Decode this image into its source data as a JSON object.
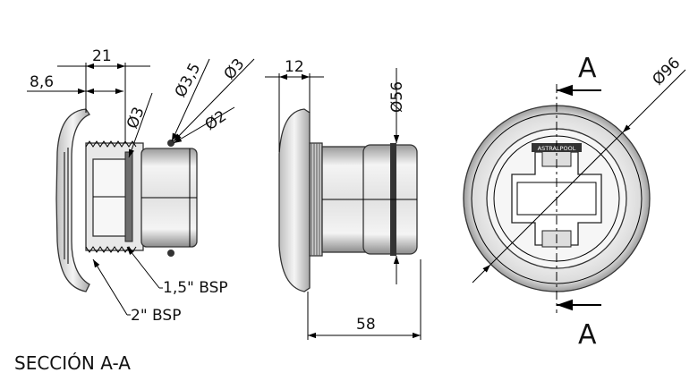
{
  "caption": "SECCIÓN A-A",
  "section_view": {
    "dim_width": "21",
    "dim_flange": "8,6",
    "dia_hole_a": "Ø3,5",
    "dia_hole_b": "Ø3",
    "dia_small_a": "Ø3",
    "dia_small_b": "Ø2",
    "thread_inner": "1,5\" BSP",
    "thread_outer": "2\" BSP"
  },
  "side_view": {
    "dim_flange": "12",
    "dim_diameter": "Ø56",
    "dim_length": "58"
  },
  "front_view": {
    "dim_diameter": "Ø96",
    "section_mark_top": "A",
    "section_mark_bottom": "A",
    "brand_label": "ASTRALPOOL"
  },
  "colors": {
    "line": "#000000",
    "body_light": "#f2f2f2",
    "body_mid": "#d8d8d8",
    "body_dark": "#8a8a8a"
  }
}
